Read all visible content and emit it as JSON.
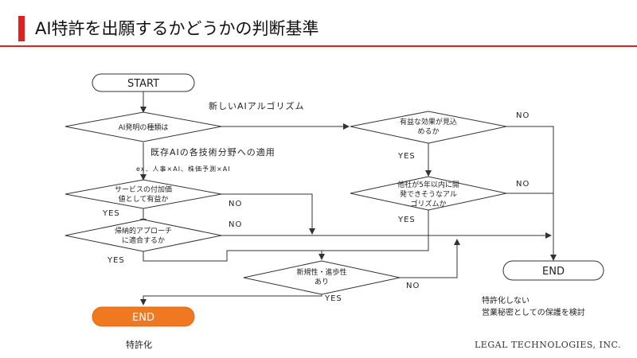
{
  "page": {
    "title": "AI特許を出願するかどうかの判断基準",
    "company": "LEGAL TECHNOLOGIES, INC.",
    "accent": "#e02020",
    "end_accent": "#f07820"
  },
  "nodes": {
    "start": "START",
    "q_ai_type": "AI発明の種類は",
    "q_service_line1": "サービスの付加価",
    "q_service_line2": "値として有益か",
    "q_inductive_line1": "帰納的アプローチ",
    "q_inductive_line2": "に適合するか",
    "q_novelty_line1": "新規性・進歩性",
    "q_novelty_line2": "あり",
    "q_effect_line1": "有益な効果が見込",
    "q_effect_line2": "めるか",
    "q_others_line1": "他社が5年以内に開",
    "q_others_line2": "発できそうなアル",
    "q_others_line3": "ゴリズムか",
    "end_patent": "END",
    "end_secret": "END"
  },
  "labels": {
    "new_algorithm": "新しいAIアルゴリズム",
    "existing_ai": "既存AIの各技術分野への適用",
    "example": "ex．人事×AI、株価予測×AI",
    "yes": "YES",
    "no": "NO",
    "patent": "特許化",
    "no_patent_line1": "特許化しない",
    "no_patent_line2": "営業秘密としての保護を検討"
  }
}
